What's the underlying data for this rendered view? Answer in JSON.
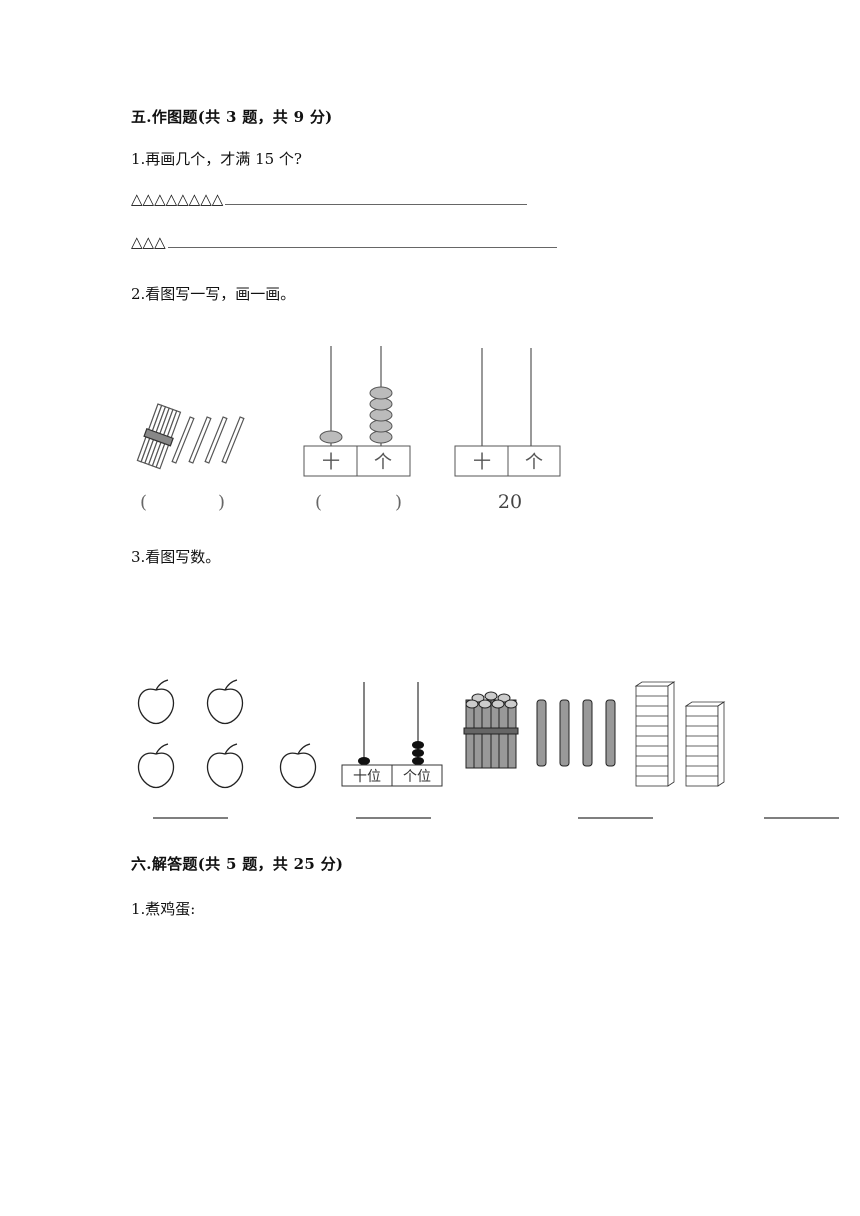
{
  "section5": {
    "heading": "五.作图题(共 3 题，共 9 分)",
    "q1": {
      "prompt": "1.再画几个，才满 15 个?",
      "line1_triangles": "△△△△△△△△",
      "line2_triangles": "△△△"
    },
    "q2": {
      "prompt": "2.看图写一写，画一画。",
      "paren_left": "(",
      "paren_right": ")",
      "abacus_tens": "十",
      "abacus_ones": "个",
      "given_number": "20"
    },
    "q3": {
      "prompt": "3.看图写数。",
      "abacus_tens": "十位",
      "abacus_ones": "个位"
    }
  },
  "section6": {
    "heading": "六.解答题(共 5 题，共 25 分)",
    "q1": {
      "prompt": "1.煮鸡蛋:"
    }
  }
}
